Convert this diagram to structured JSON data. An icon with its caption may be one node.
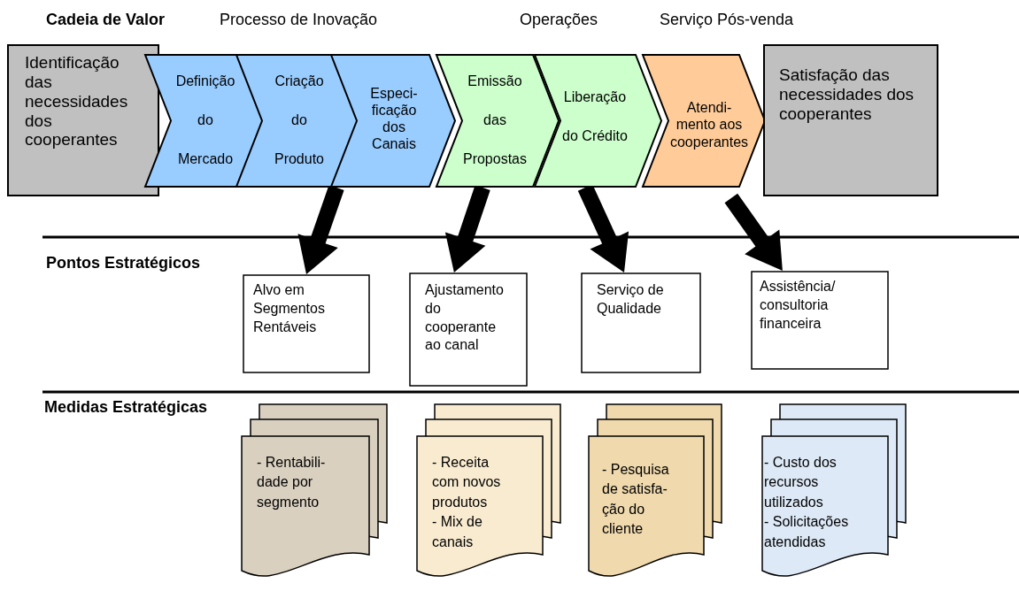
{
  "diagram": {
    "nodes": [
      {
        "text": [
          "Identificação das necessidades dos cooperantes"
        ]
      },
      {
        "text": [
          "Definição do Mercado"
        ]
      },
      {
        "text": [
          "Criação do Produto"
        ]
      },
      {
        "text": [
          "Especi- ficação dos Canais"
        ]
      },
      {
        "text": [
          "Emissão das Propostas"
        ]
      },
      {
        "text": [
          "Liberação do Crédito"
        ]
      },
      {
        "text": [
          "Atendi- mento aos cooperantes"
        ]
      },
      {
        "text": [
          "Satisfação das necessidades dos cooperantes"
        ]
      },
      {
        "text": [
          "Alvo em Segmentos Rentáveis"
        ]
      },
      {
        "text": [
          "Ajustamento do cooperante ao canal"
        ]
      },
      {
        "text": [
          "Serviço de Qualidade"
        ]
      },
      {
        "text": [
          "Assistência/ consultoria financeira"
        ]
      },
      {
        "text": [
          "- Rentabili- dade por segmento"
        ]
      },
      {
        "text": [
          "- Receita com novos produtos",
          "- Mix de canais"
        ]
      },
      {
        "text": [
          "- Pesquisa de satisfa- ção do cliente"
        ]
      },
      {
        "text": [
          "- Custo dos recursos utilizados",
          "- Solicitações atendidas"
        ]
      }
    ],
    "edges": [
      {
        "from": 3,
        "to": 8,
        "arrow": "to",
        "style": "thick"
      },
      {
        "from": 4,
        "to": 9,
        "arrow": "to",
        "style": "thick"
      },
      {
        "from": 5,
        "to": 10,
        "arrow": "to",
        "style": "thick"
      },
      {
        "from": 6,
        "to": 11,
        "arrow": "to",
        "style": "thick"
      }
    ],
    "labels": [
      "Cadeia de Valor",
      "Processo de Inovação",
      "Operações",
      "Serviço Pós-venda",
      "Pontos Estratégicos",
      "Medidas Estratégicas"
    ]
  }
}
